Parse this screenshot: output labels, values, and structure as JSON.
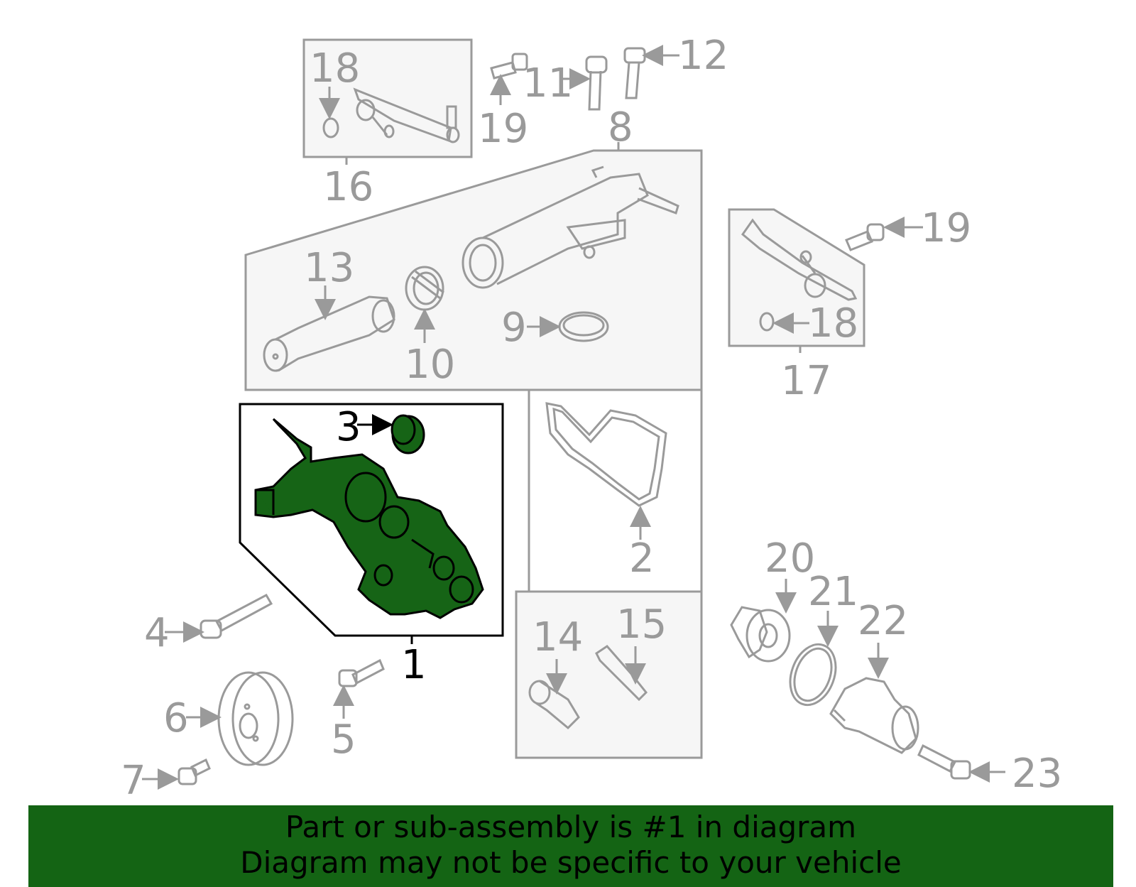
{
  "diagram": {
    "colors": {
      "outline": "#9a9a9a",
      "highlight_fill": "#166416",
      "highlight_outline": "#000000",
      "panel_fill": "#f6f6f6"
    },
    "callouts": {
      "c1": "1",
      "c2": "2",
      "c3": "3",
      "c4": "4",
      "c5": "5",
      "c6": "6",
      "c7": "7",
      "c8": "8",
      "c9": "9",
      "c10": "10",
      "c11": "11",
      "c12": "12",
      "c13": "13",
      "c14": "14",
      "c15": "15",
      "c16": "16",
      "c17": "17",
      "c18a": "18",
      "c18b": "18",
      "c19a": "19",
      "c19b": "19",
      "c20": "20",
      "c21": "21",
      "c22": "22",
      "c23": "23"
    }
  },
  "banner": {
    "line1": "Part or sub-assembly is #1 in diagram",
    "line2": "Diagram may not be specific to your vehicle"
  }
}
